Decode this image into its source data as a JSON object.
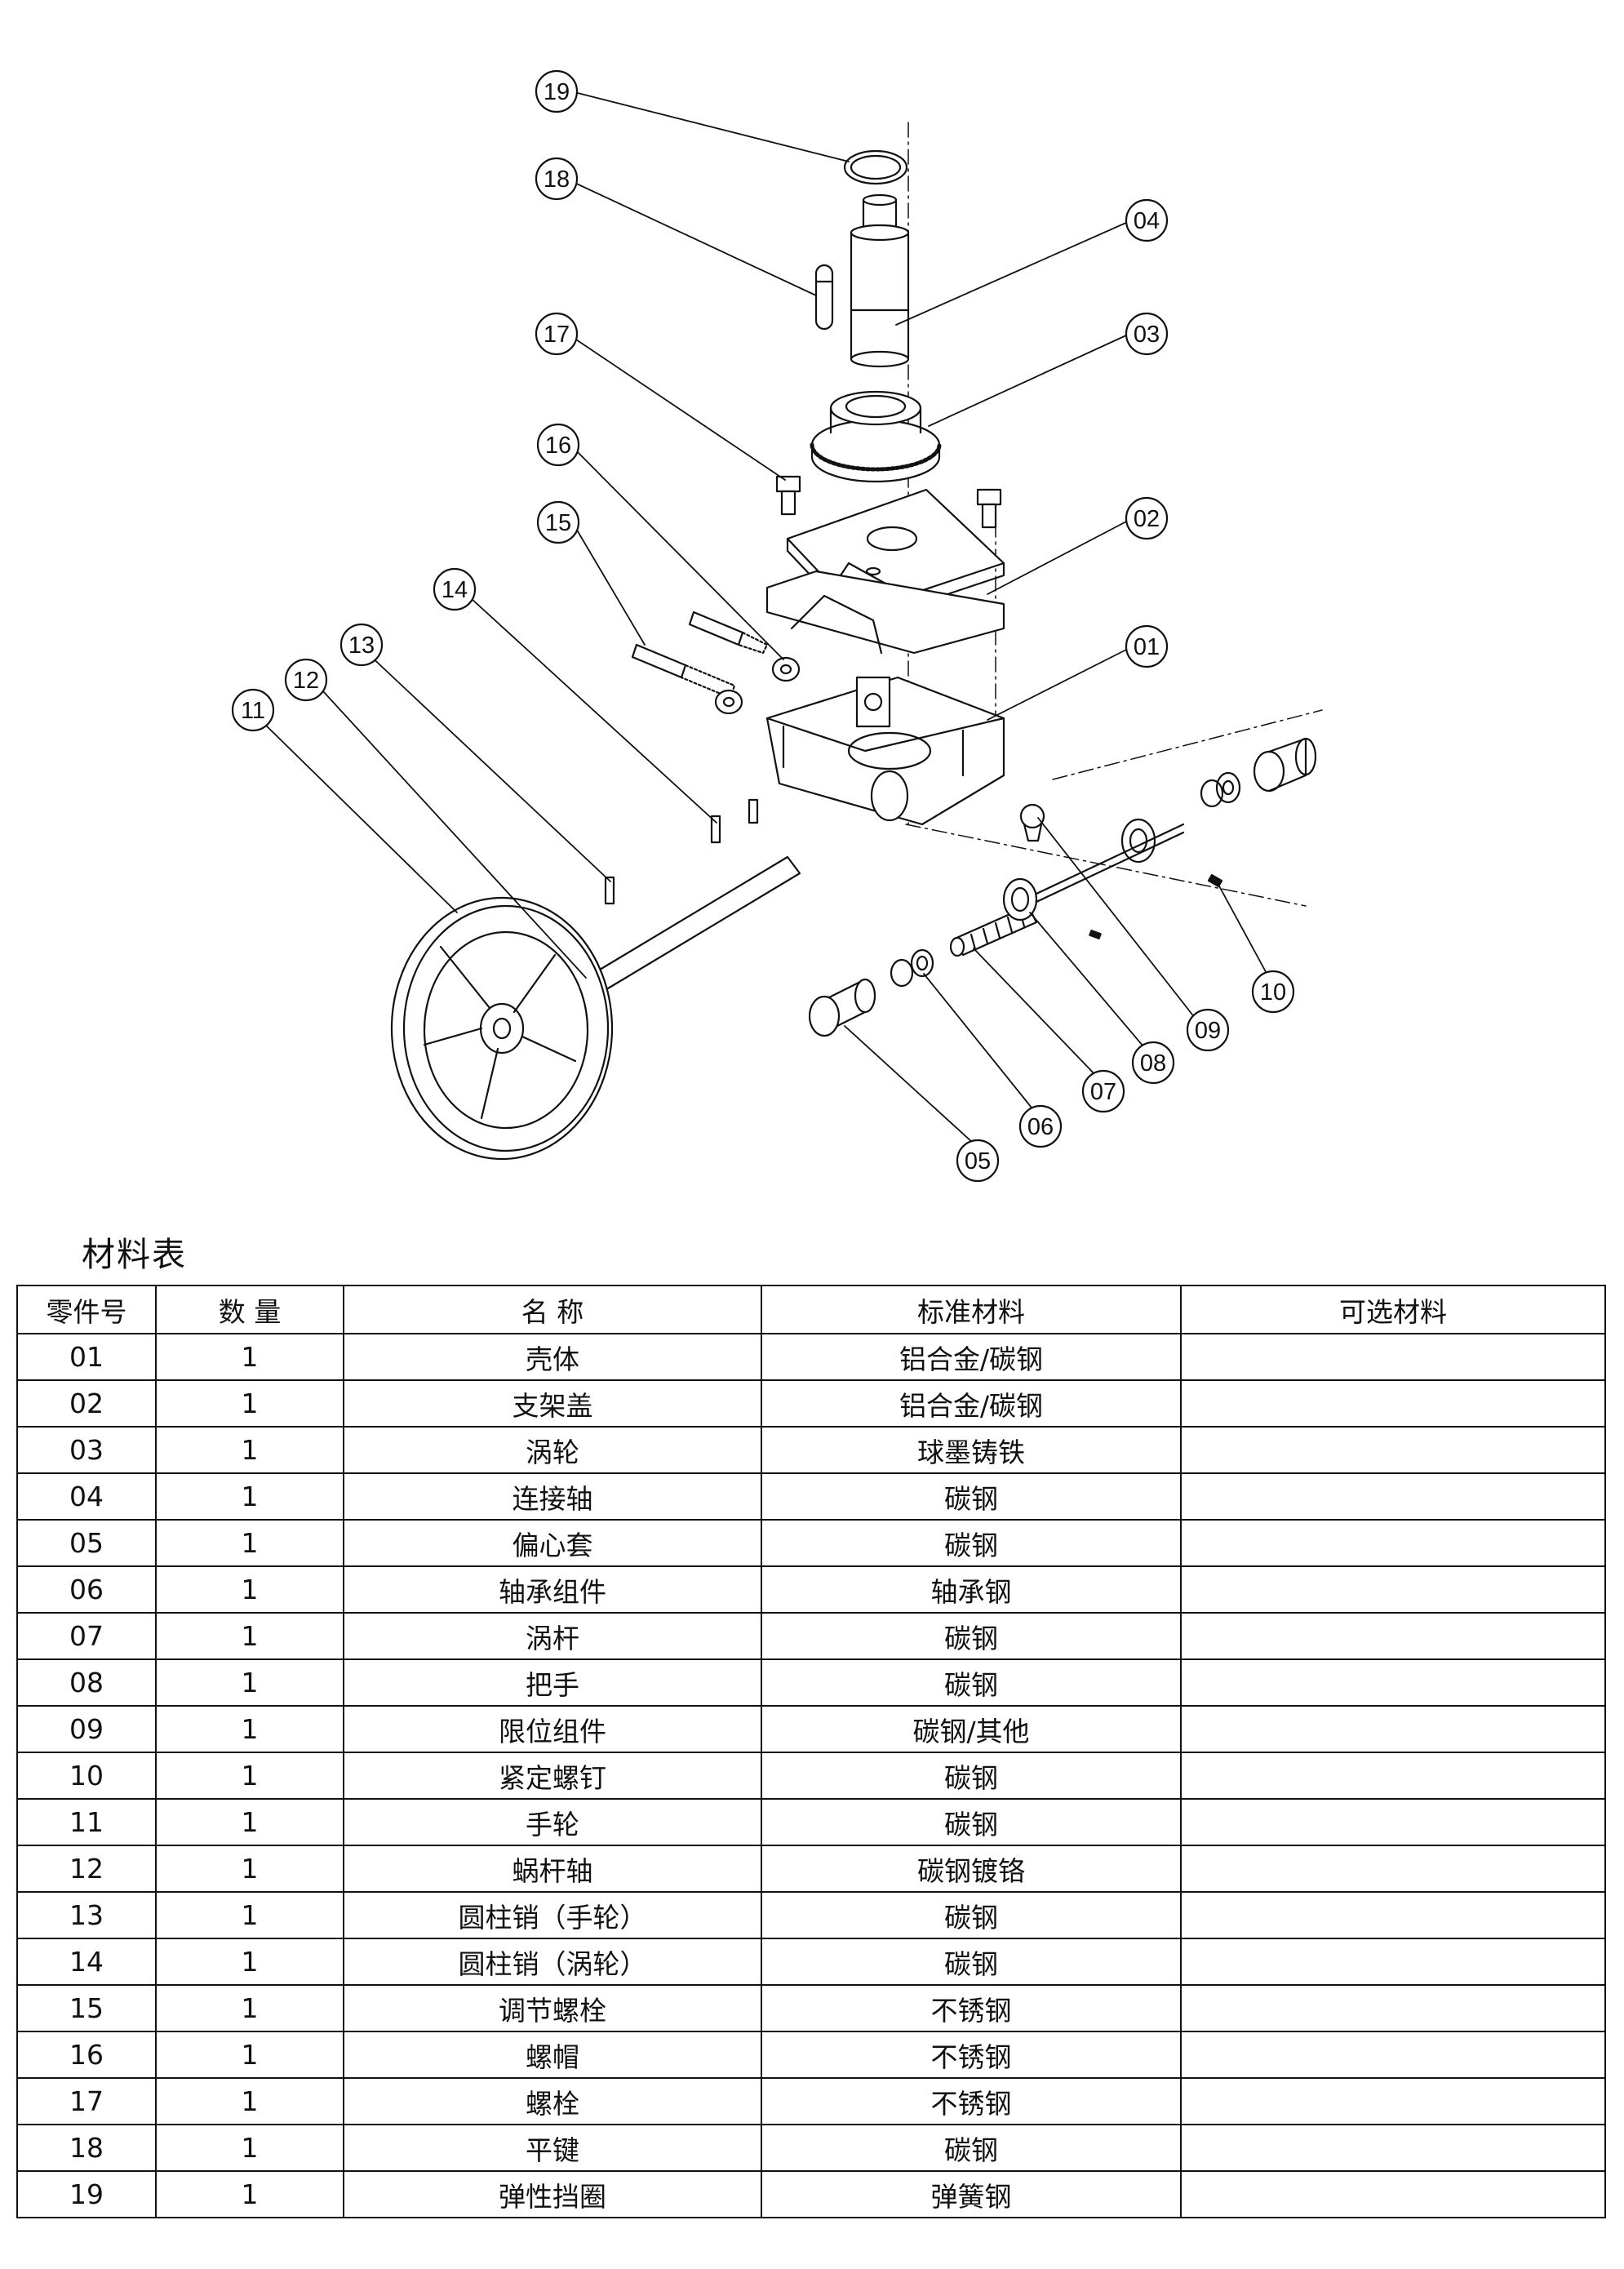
{
  "drawing": {
    "balloons": [
      "19",
      "18",
      "04",
      "17",
      "03",
      "16",
      "02",
      "15",
      "14",
      "13",
      "01",
      "12",
      "11",
      "10",
      "09",
      "08",
      "07",
      "06",
      "05"
    ]
  },
  "bom": {
    "title": "材料表",
    "headers": [
      "零件号",
      "数 量",
      "名 称",
      "标准材料",
      "可选材料"
    ],
    "rows": [
      [
        "01",
        "1",
        "壳体",
        "铝合金/碳钢",
        ""
      ],
      [
        "02",
        "1",
        "支架盖",
        "铝合金/碳钢",
        ""
      ],
      [
        "03",
        "1",
        "涡轮",
        "球墨铸铁",
        ""
      ],
      [
        "04",
        "1",
        "连接轴",
        "碳钢",
        ""
      ],
      [
        "05",
        "1",
        "偏心套",
        "碳钢",
        ""
      ],
      [
        "06",
        "1",
        "轴承组件",
        "轴承钢",
        ""
      ],
      [
        "07",
        "1",
        "涡杆",
        "碳钢",
        ""
      ],
      [
        "08",
        "1",
        "把手",
        "碳钢",
        ""
      ],
      [
        "09",
        "1",
        "限位组件",
        "碳钢/其他",
        ""
      ],
      [
        "10",
        "1",
        "紧定螺钉",
        "碳钢",
        ""
      ],
      [
        "11",
        "1",
        "手轮",
        "碳钢",
        ""
      ],
      [
        "12",
        "1",
        "蜗杆轴",
        "碳钢镀铬",
        ""
      ],
      [
        "13",
        "1",
        "圆柱销（手轮）",
        "碳钢",
        ""
      ],
      [
        "14",
        "1",
        "圆柱销（涡轮）",
        "碳钢",
        ""
      ],
      [
        "15",
        "1",
        "调节螺栓",
        "不锈钢",
        ""
      ],
      [
        "16",
        "1",
        "螺帽",
        "不锈钢",
        ""
      ],
      [
        "17",
        "1",
        "螺栓",
        "不锈钢",
        ""
      ],
      [
        "18",
        "1",
        "平键",
        "碳钢",
        ""
      ],
      [
        "19",
        "1",
        "弹性挡圈",
        "弹簧钢",
        ""
      ]
    ]
  }
}
